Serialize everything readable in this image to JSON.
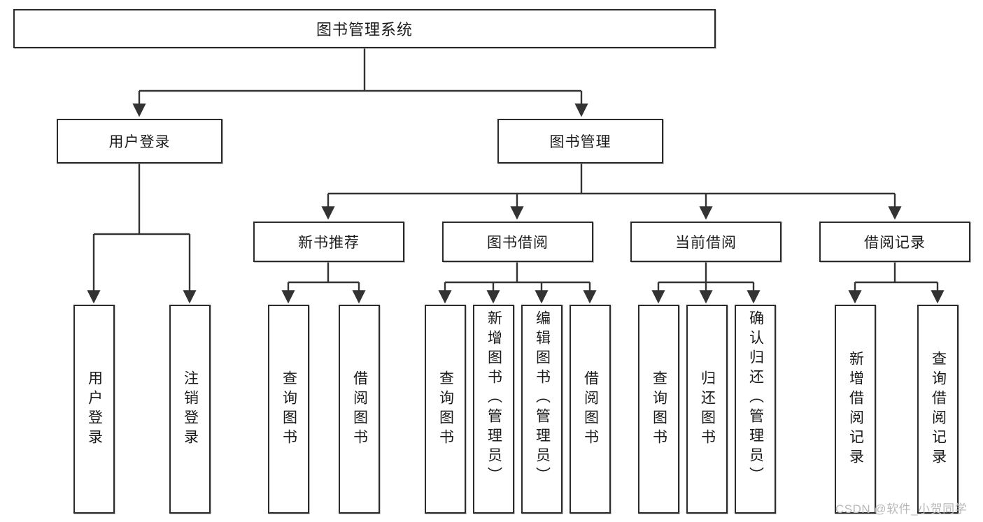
{
  "diagram": {
    "title": "图书管理系统",
    "type": "tree",
    "watermark": "CSDN @软件_小贺同学",
    "colors": {
      "box_border": "#2b2b2b",
      "box_fill": "#ffffff",
      "link": "#333333",
      "text": "#1a1a1a",
      "watermark": "#b9b9b9",
      "background": "#ffffff"
    },
    "root": {
      "label": "图书管理系统",
      "orientation": "horizontal"
    },
    "level2": [
      {
        "label": "用户登录",
        "orientation": "horizontal"
      },
      {
        "label": "图书管理",
        "orientation": "horizontal"
      }
    ],
    "level3": [
      {
        "label": "新书推荐",
        "orientation": "horizontal"
      },
      {
        "label": "图书借阅",
        "orientation": "horizontal"
      },
      {
        "label": "当前借阅",
        "orientation": "horizontal"
      },
      {
        "label": "借阅记录",
        "orientation": "horizontal"
      }
    ],
    "leaves": {
      "user_login": [
        {
          "label": "用户登录",
          "orientation": "vertical"
        },
        {
          "label": "注销登录",
          "orientation": "vertical"
        }
      ],
      "new_book_recommend": [
        {
          "label": "查询图书",
          "orientation": "vertical"
        },
        {
          "label": "借阅图书",
          "orientation": "vertical"
        }
      ],
      "book_borrow": [
        {
          "label": "查询图书",
          "orientation": "vertical"
        },
        {
          "label": "新增图书（管理员）",
          "orientation": "vertical"
        },
        {
          "label": "编辑图书（管理员）",
          "orientation": "vertical"
        },
        {
          "label": "借阅图书",
          "orientation": "vertical"
        }
      ],
      "current_borrow": [
        {
          "label": "查询图书",
          "orientation": "vertical"
        },
        {
          "label": "归还图书",
          "orientation": "vertical"
        },
        {
          "label": "确认归还（管理员）",
          "orientation": "vertical"
        }
      ],
      "borrow_record": [
        {
          "label": "新增借阅记录",
          "orientation": "vertical"
        },
        {
          "label": "查询借阅记录",
          "orientation": "vertical"
        }
      ]
    }
  }
}
